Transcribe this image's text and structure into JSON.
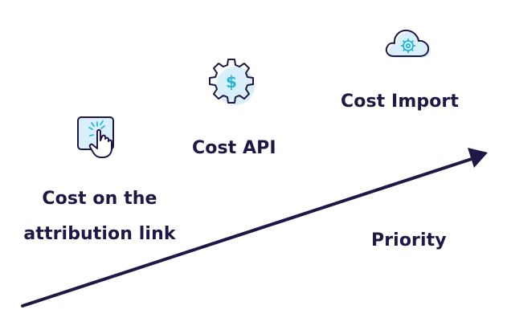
{
  "colors": {
    "text": "#1f1746",
    "arrow": "#1f1746",
    "icon_stroke": "#1f1746",
    "icon_accent": "#27b5d8",
    "icon_fill": "#d9f0fa"
  },
  "steps": [
    {
      "label_lines": [
        "Cost on the",
        "attribution link"
      ],
      "icon": "hand-click-icon"
    },
    {
      "label_lines": [
        "Cost API"
      ],
      "icon": "dollar-gear-icon"
    },
    {
      "label_lines": [
        "Cost Import"
      ],
      "icon": "cloud-gear-icon"
    }
  ],
  "axis": {
    "label": "Priority"
  }
}
